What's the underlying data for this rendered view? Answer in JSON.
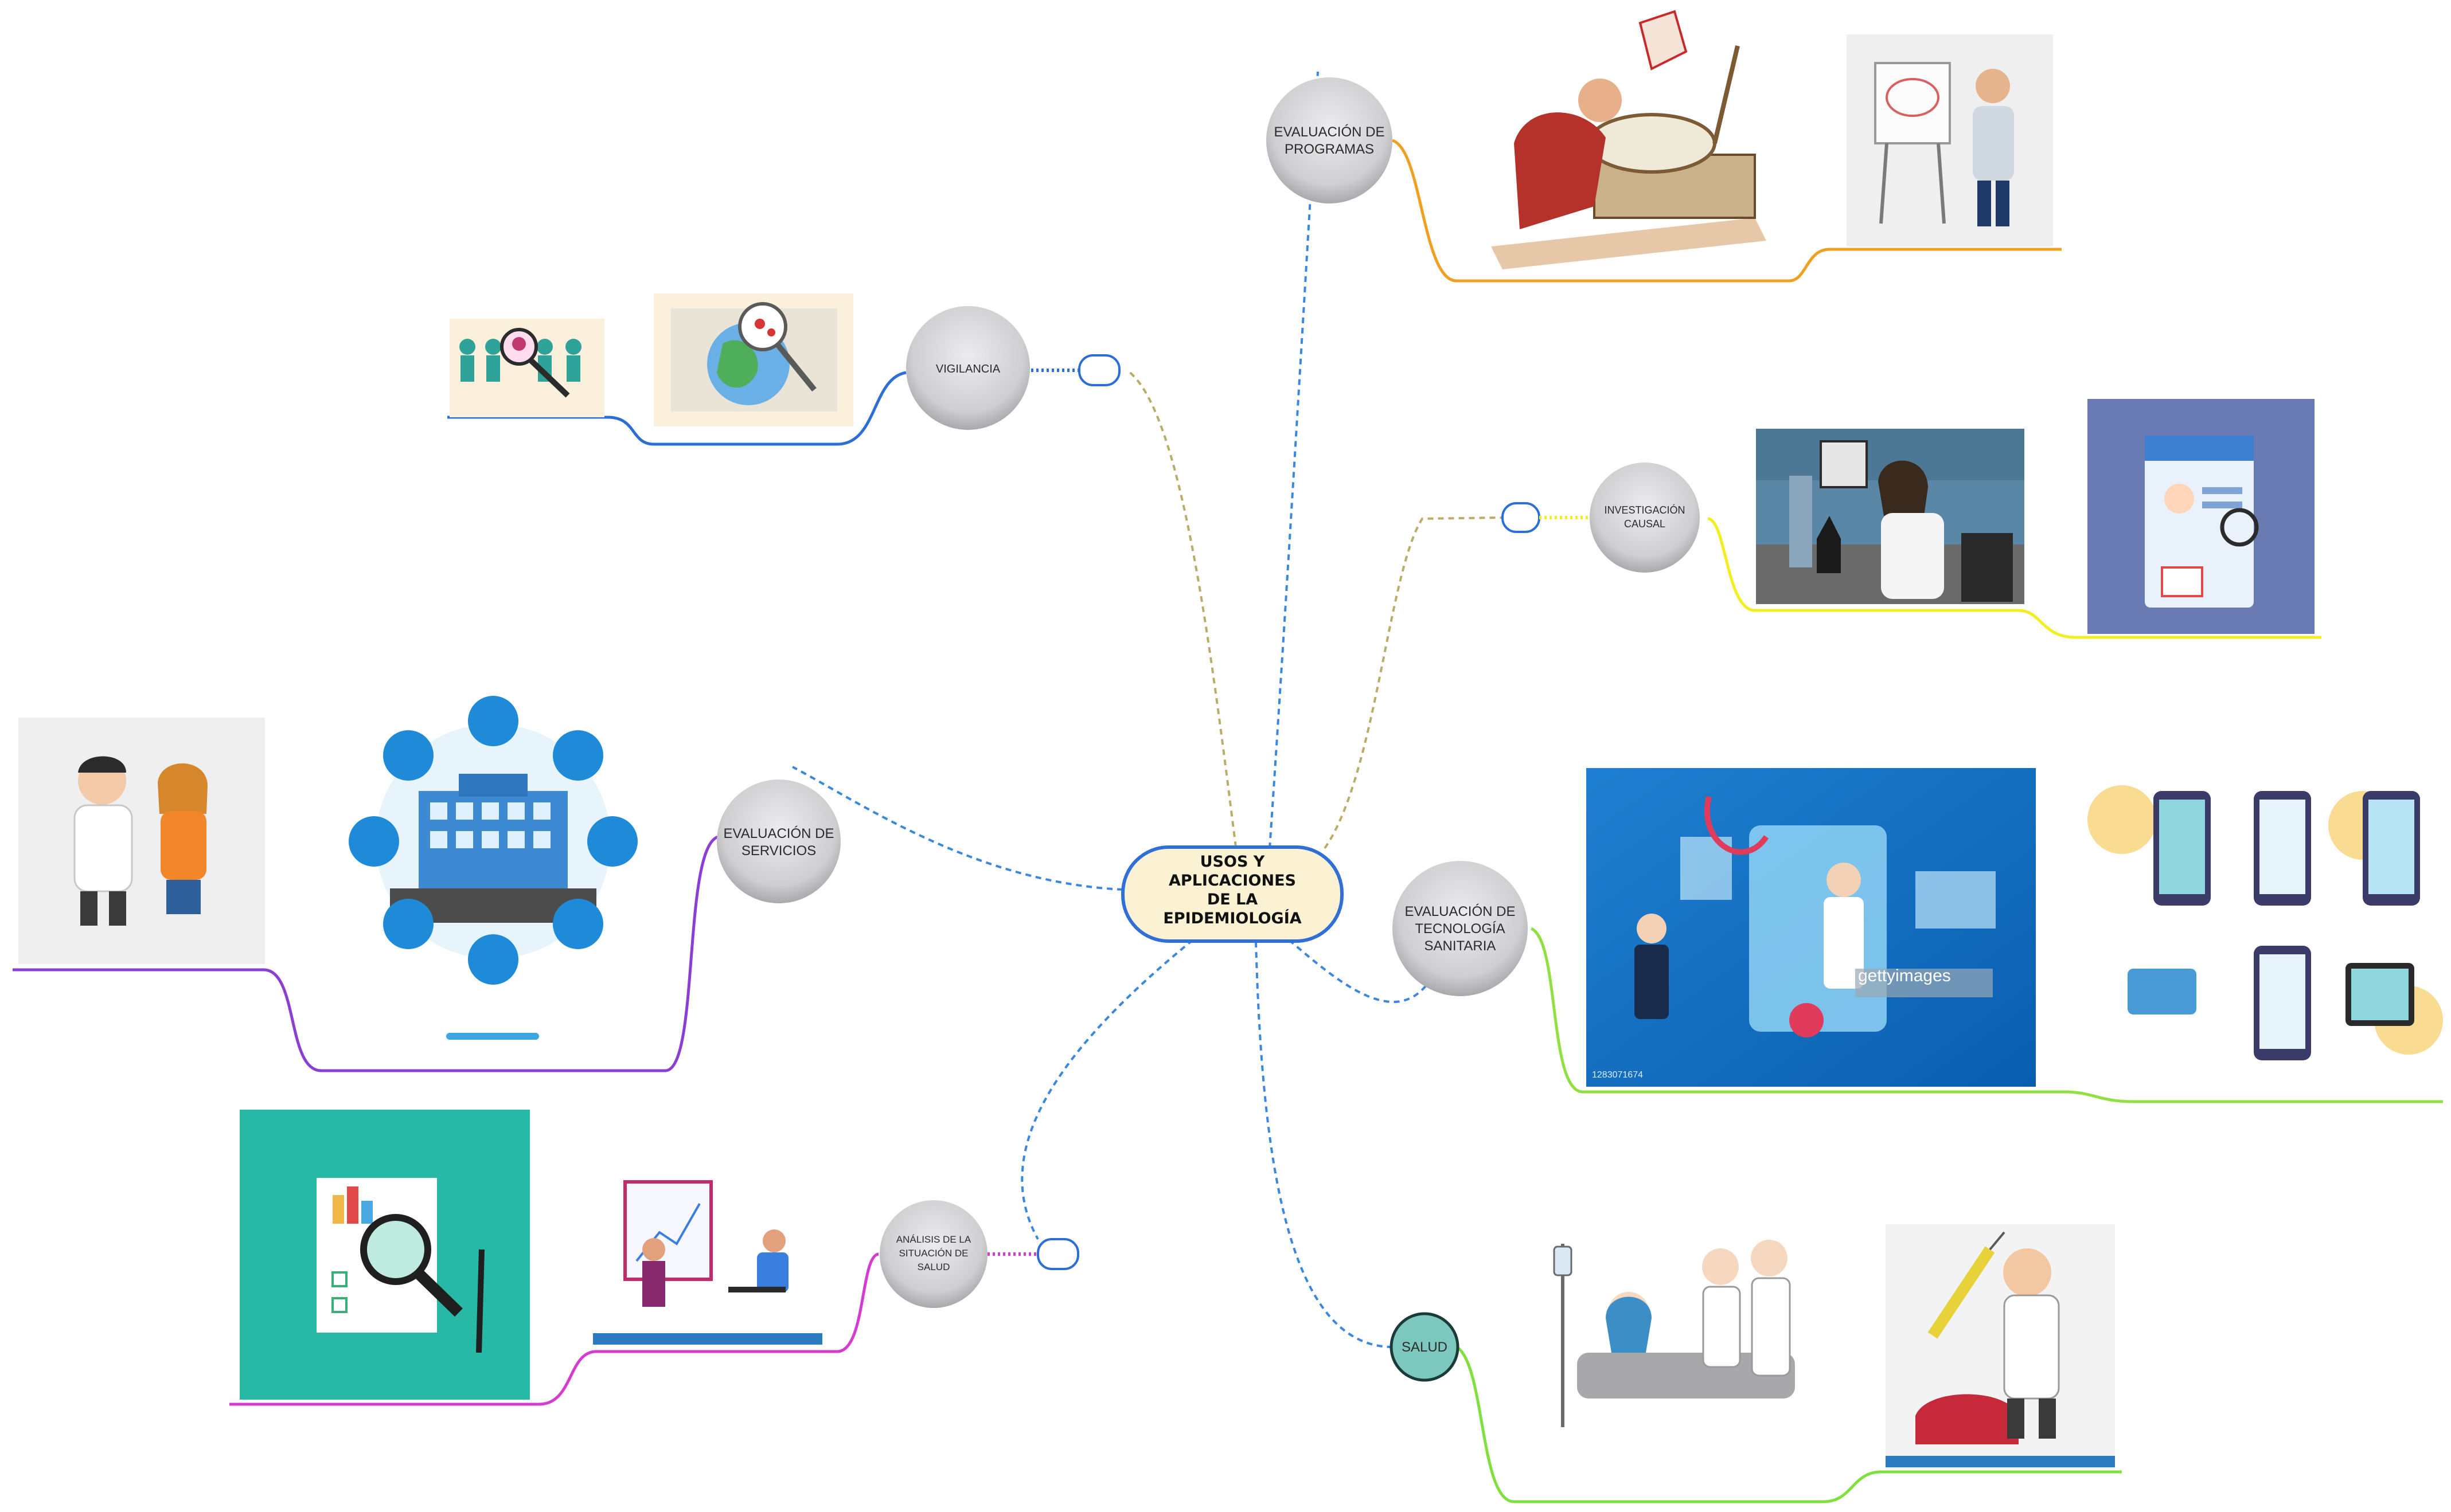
{
  "center": {
    "lines": [
      "USOS Y",
      "APLICACIONES",
      "DE LA",
      "EPIDEMIOLOGÍA"
    ]
  },
  "branches": {
    "evaluacion_programas": [
      "EVALUACIÓN DE",
      "PROGRAMAS"
    ],
    "vigilancia": [
      "VIGILANCIA"
    ],
    "investigacion_causal": [
      "INVESTIGACIÓN",
      "CAUSAL"
    ],
    "evaluacion_servicios": [
      "EVALUACIÓN DE",
      "SERVICIOS"
    ],
    "evaluacion_tecnologia": [
      "EVALUACIÓN DE",
      "TECNOLOGÍA",
      "SANITARIA"
    ],
    "analisis_situacion": [
      "ANÁLISIS DE LA",
      "SITUACIÓN DE",
      "SALUD"
    ],
    "salud": [
      "SALUD"
    ]
  },
  "watermarks": {
    "gettyimages": "gettyimages",
    "getty_id": "1283071674"
  },
  "colors": {
    "center_fill": "#fbf2d3",
    "center_stroke": "#2f6fd6",
    "node_gray": "#c9c9cc",
    "node_teal": "#7cc8be",
    "programas_line": "#f0a020",
    "vigilancia_line": "#2b6fd6",
    "causal_line": "#f2ee20",
    "servicios_line": "#8a3ed6",
    "tecnologia_line": "#8fe040",
    "analisis_line": "#d63bd0",
    "salud_line": "#7fe040",
    "connector_blue": "#3a86e0",
    "connector_khaki": "#b9ad6a"
  }
}
